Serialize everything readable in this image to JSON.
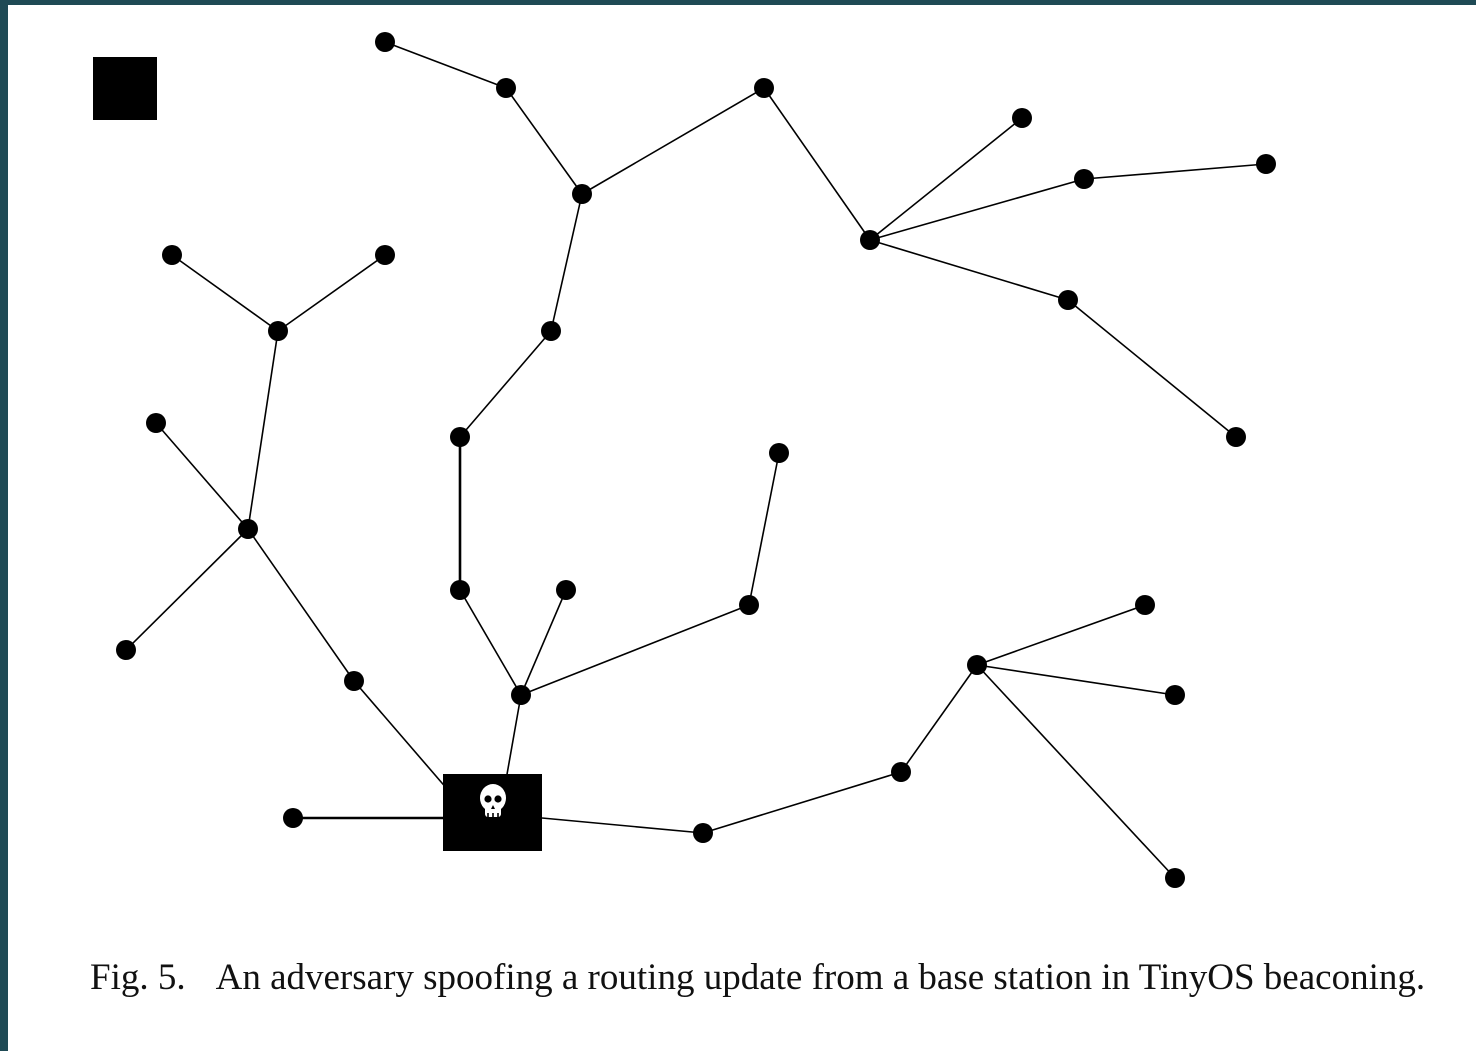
{
  "figure": {
    "caption_label": "Fig. 5.",
    "caption_text": "An adversary spoofing a routing update from a base station in TinyOS beaconing.",
    "colors": {
      "ink": "#000000",
      "background": "#ffffff",
      "frame": "#1f4a55"
    },
    "icons": {
      "base_station": "black-square",
      "adversary": "skull-and-crossbones-flag"
    }
  }
}
